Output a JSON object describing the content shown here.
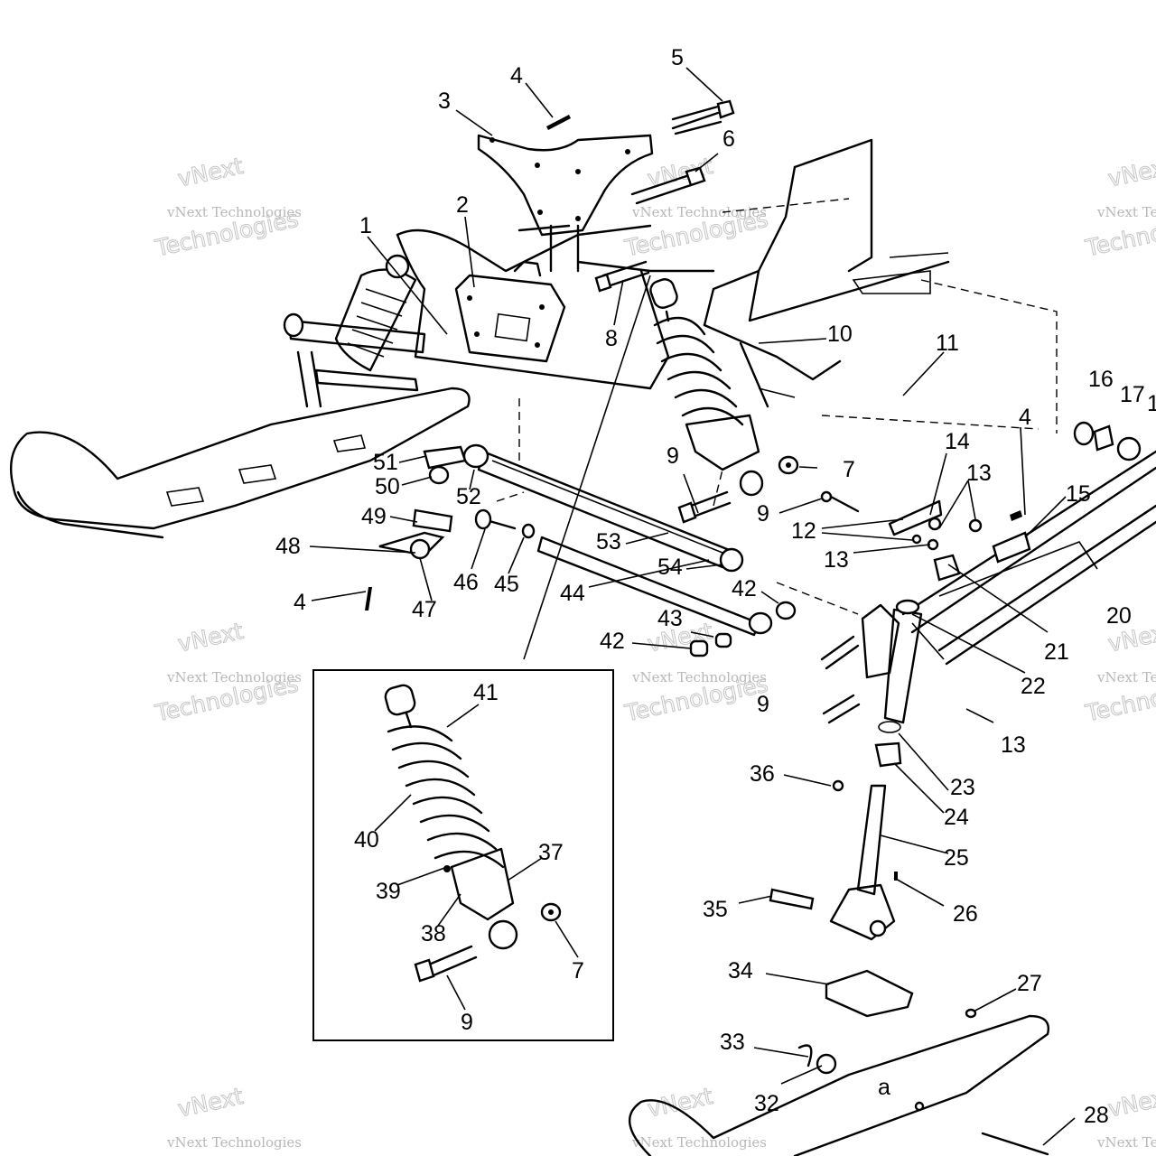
{
  "callouts": [
    {
      "id": "c1",
      "text": "1"
    },
    {
      "id": "c2",
      "text": "2"
    },
    {
      "id": "c3",
      "text": "3"
    },
    {
      "id": "c4a",
      "text": "4"
    },
    {
      "id": "c4b",
      "text": "4"
    },
    {
      "id": "c4c",
      "text": "4"
    },
    {
      "id": "c5",
      "text": "5"
    },
    {
      "id": "c6",
      "text": "6"
    },
    {
      "id": "c7a",
      "text": "7"
    },
    {
      "id": "c7b",
      "text": "7"
    },
    {
      "id": "c8",
      "text": "8"
    },
    {
      "id": "c9a",
      "text": "9"
    },
    {
      "id": "c9b",
      "text": "9"
    },
    {
      "id": "c9c",
      "text": "9"
    },
    {
      "id": "c9d",
      "text": "9"
    },
    {
      "id": "c10",
      "text": "10"
    },
    {
      "id": "c11",
      "text": "11"
    },
    {
      "id": "c12",
      "text": "12"
    },
    {
      "id": "c13a",
      "text": "13"
    },
    {
      "id": "c13b",
      "text": "13"
    },
    {
      "id": "c13c",
      "text": "13"
    },
    {
      "id": "c14",
      "text": "14"
    },
    {
      "id": "c15",
      "text": "15"
    },
    {
      "id": "c16",
      "text": "16"
    },
    {
      "id": "c17",
      "text": "17"
    },
    {
      "id": "c18",
      "text": "1"
    },
    {
      "id": "c20",
      "text": "20"
    },
    {
      "id": "c21",
      "text": "21"
    },
    {
      "id": "c22",
      "text": "22"
    },
    {
      "id": "c23",
      "text": "23"
    },
    {
      "id": "c24",
      "text": "24"
    },
    {
      "id": "c25",
      "text": "25"
    },
    {
      "id": "c26",
      "text": "26"
    },
    {
      "id": "c27",
      "text": "27"
    },
    {
      "id": "c28",
      "text": "28"
    },
    {
      "id": "c32",
      "text": "32"
    },
    {
      "id": "c33",
      "text": "33"
    },
    {
      "id": "c34",
      "text": "34"
    },
    {
      "id": "c35",
      "text": "35"
    },
    {
      "id": "c36",
      "text": "36"
    },
    {
      "id": "c37",
      "text": "37"
    },
    {
      "id": "c38",
      "text": "38"
    },
    {
      "id": "c39",
      "text": "39"
    },
    {
      "id": "c40",
      "text": "40"
    },
    {
      "id": "c41",
      "text": "41"
    },
    {
      "id": "c42a",
      "text": "42"
    },
    {
      "id": "c42b",
      "text": "42"
    },
    {
      "id": "c43",
      "text": "43"
    },
    {
      "id": "c44",
      "text": "44"
    },
    {
      "id": "c45",
      "text": "45"
    },
    {
      "id": "c46",
      "text": "46"
    },
    {
      "id": "c47",
      "text": "47"
    },
    {
      "id": "c48",
      "text": "48"
    },
    {
      "id": "c49",
      "text": "49"
    },
    {
      "id": "c50",
      "text": "50"
    },
    {
      "id": "c51",
      "text": "51"
    },
    {
      "id": "c52",
      "text": "52"
    },
    {
      "id": "c53",
      "text": "53"
    },
    {
      "id": "c54",
      "text": "54"
    }
  ],
  "ski_mark": "a",
  "watermark": {
    "small_text": "vNext Technologies",
    "big_line1": "vNext",
    "big_line2": "Technologies"
  },
  "colors": {
    "ink": "#000000",
    "watermark": "#b8b8b8",
    "background": "#ffffff"
  }
}
